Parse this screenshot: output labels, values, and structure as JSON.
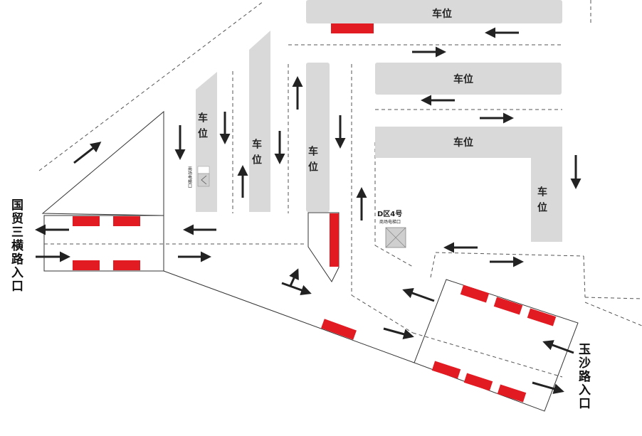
{
  "lot_label": "车位",
  "zone": {
    "name": "D区4号",
    "elevator": "商场电梯口"
  },
  "small_elevator": "商场电梯口",
  "entrances": {
    "left": "国贸三横路入口",
    "right": "玉沙路入口"
  },
  "colors": {
    "lot_fill": "#d9d9d9",
    "special_spot": "#e21b23",
    "arrow": "#222222",
    "line": "#333333",
    "dash": "#555555"
  }
}
